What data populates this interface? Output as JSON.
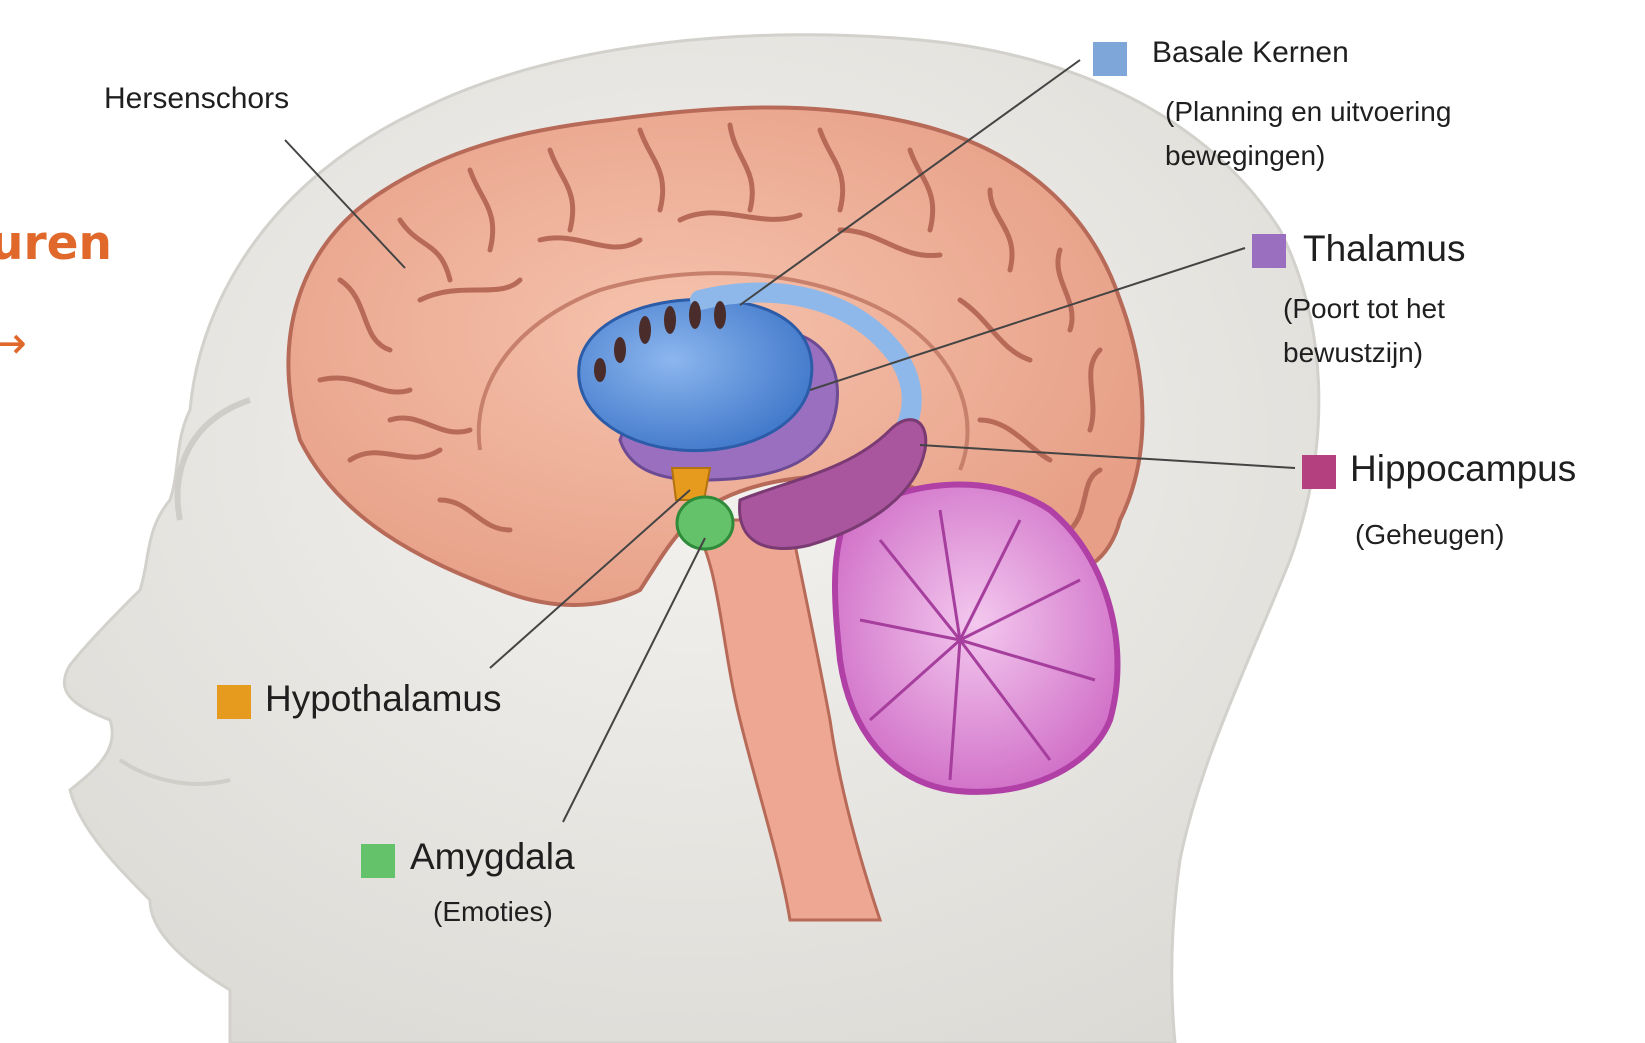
{
  "side_text": {
    "title_fragment": "uren",
    "arrow": "→"
  },
  "labels": {
    "hersenschors": {
      "name": "Hersenschors"
    },
    "basale_kernen": {
      "name": "Basale Kernen",
      "desc": "(Planning en uitvoering bewegingen)",
      "color": "#7fa6d8"
    },
    "thalamus": {
      "name": "Thalamus",
      "desc": "(Poort tot het bewustzijn)",
      "color": "#9a6fc0"
    },
    "hippocampus": {
      "name": "Hippocampus",
      "desc": "(Geheugen)",
      "color": "#b5407f"
    },
    "hypothalamus": {
      "name": "Hypothalamus",
      "color": "#e69a1e"
    },
    "amygdala": {
      "name": "Amygdala",
      "desc": "(Emoties)",
      "color": "#63c26a"
    }
  }
}
